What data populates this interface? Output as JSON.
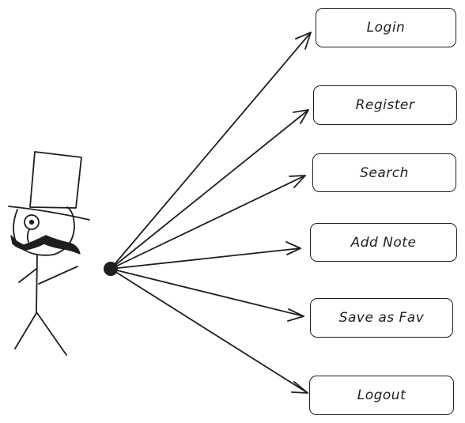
{
  "diagram": {
    "actor": {
      "icon": "stick-figure-top-hat-monocle-mustache-icon"
    },
    "use_cases": [
      {
        "label": "Login"
      },
      {
        "label": "Register"
      },
      {
        "label": "Search"
      },
      {
        "label": "Add Note"
      },
      {
        "label": "Save as Fav"
      },
      {
        "label": "Logout"
      }
    ],
    "colors": {
      "stroke": "#1e1e1e",
      "background": "#ffffff"
    }
  }
}
